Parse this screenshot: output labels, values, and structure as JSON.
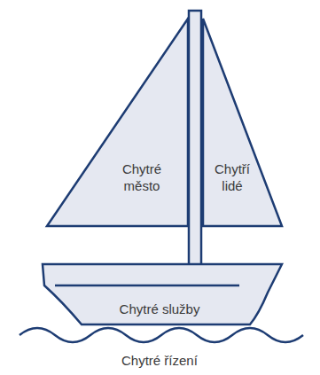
{
  "diagram": {
    "nodes": [
      {
        "text": [
          "Chytré město"
        ]
      },
      {
        "text": [
          "Chytří lidé"
        ]
      },
      {
        "text": [
          "Chytré služby"
        ]
      }
    ],
    "labels": [
      "Chytré řízení"
    ]
  }
}
